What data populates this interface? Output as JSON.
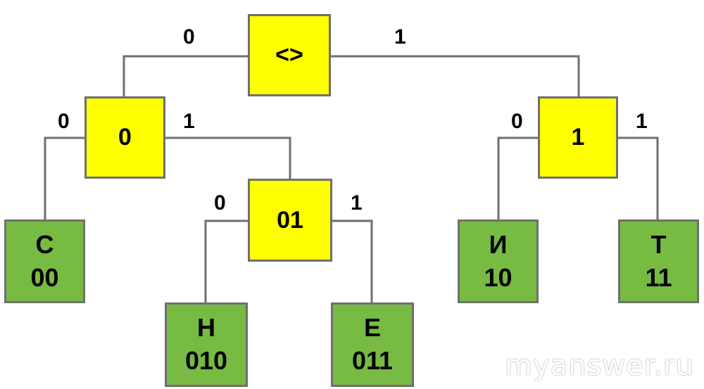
{
  "diagram": {
    "nodes": {
      "root": {
        "label": "<>"
      },
      "n0": {
        "label": "0"
      },
      "n1": {
        "label": "1"
      },
      "n01": {
        "label": "01"
      },
      "leaf_s": {
        "letter": "С",
        "code": "00"
      },
      "leaf_n": {
        "letter": "Н",
        "code": "010"
      },
      "leaf_e": {
        "letter": "Е",
        "code": "011"
      },
      "leaf_i": {
        "letter": "И",
        "code": "10"
      },
      "leaf_t": {
        "letter": "Т",
        "code": "11"
      }
    },
    "edges": {
      "root_left": "0",
      "root_right": "1",
      "n0_left": "0",
      "n0_right": "1",
      "n1_left": "0",
      "n1_right": "1",
      "n01_left": "0",
      "n01_right": "1"
    },
    "colors": {
      "internal_fill": "#ffff00",
      "leaf_fill": "#77bb43",
      "border": "#6f6f6f",
      "edge": "#6f6f6f"
    }
  },
  "watermark": "myanswer.ru"
}
